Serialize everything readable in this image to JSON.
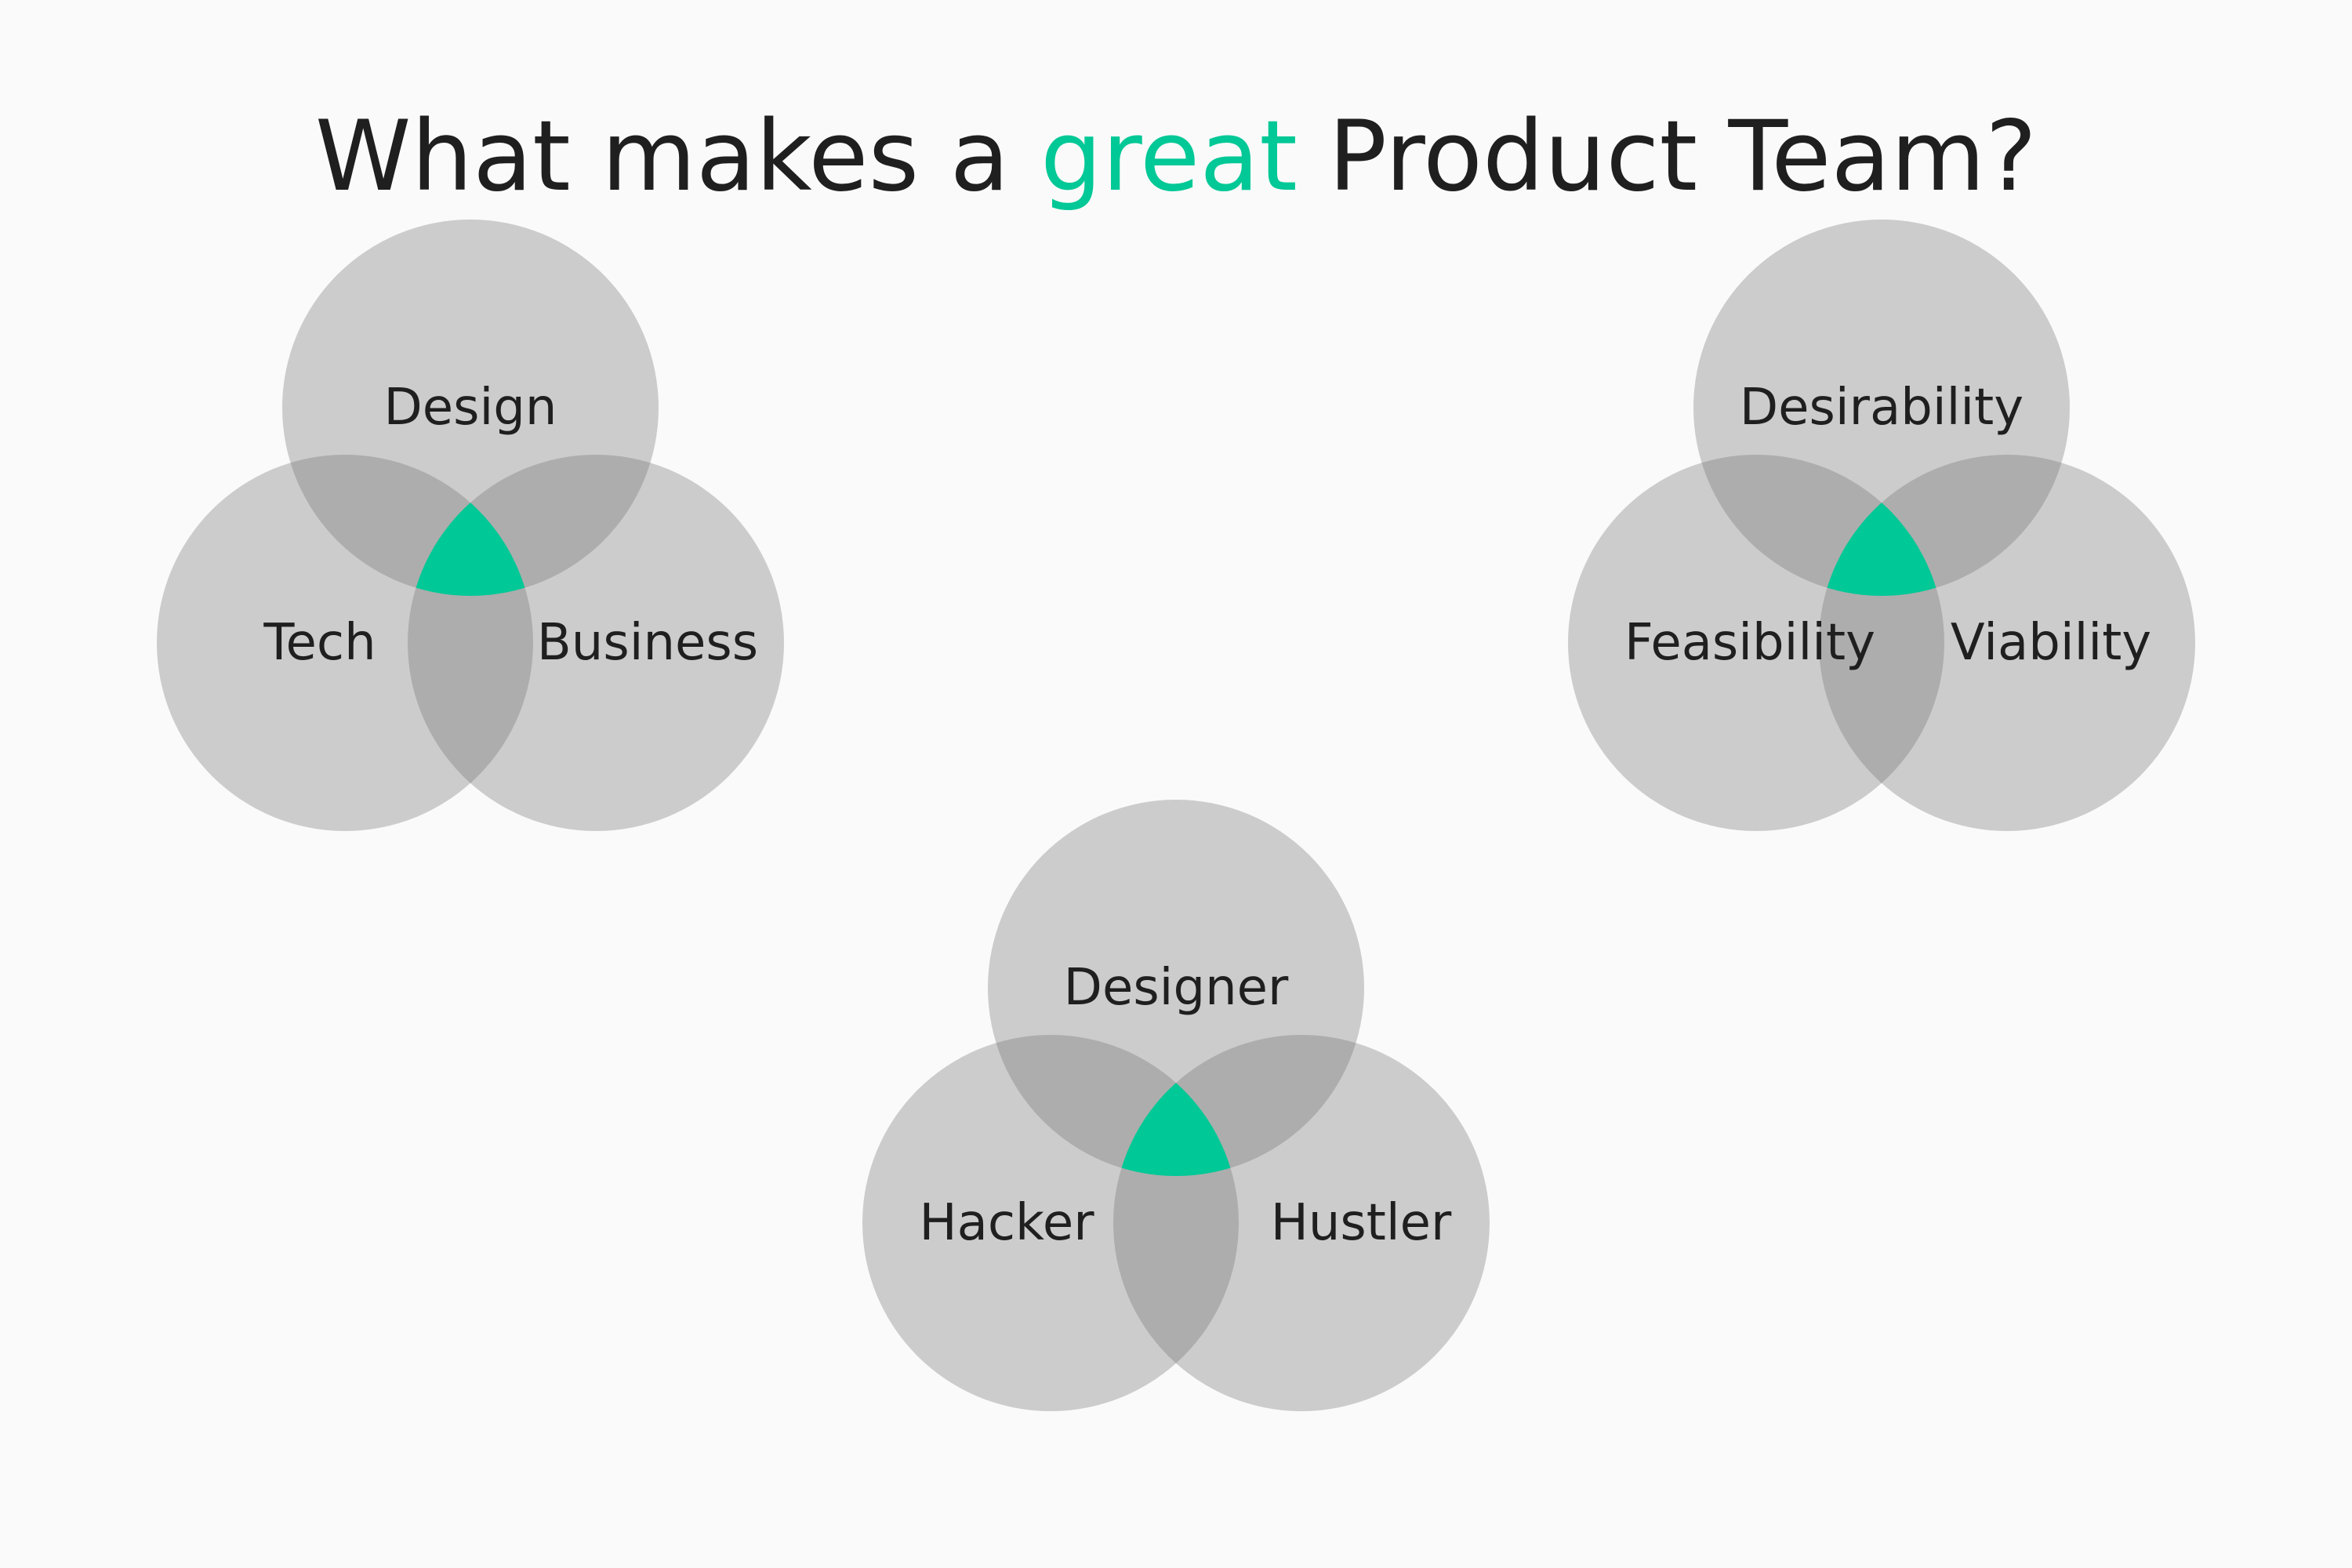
{
  "title": {
    "before": "What makes a ",
    "accent": "great",
    "after": " Product Team?"
  },
  "colors": {
    "background": "#fafafa",
    "circle": "#cccccc",
    "overlap": "#adadad",
    "center": "#00c896",
    "text": "#1f1f1f",
    "accent": "#00c896"
  },
  "venns": [
    {
      "id": "venn-1",
      "labels": {
        "top": "Design",
        "left": "Tech",
        "right": "Business"
      }
    },
    {
      "id": "venn-2",
      "labels": {
        "top": "Desirability",
        "left": "Feasibility",
        "right": "Viability"
      }
    },
    {
      "id": "venn-3",
      "labels": {
        "top": "Designer",
        "left": "Hacker",
        "right": "Hustler"
      }
    }
  ]
}
